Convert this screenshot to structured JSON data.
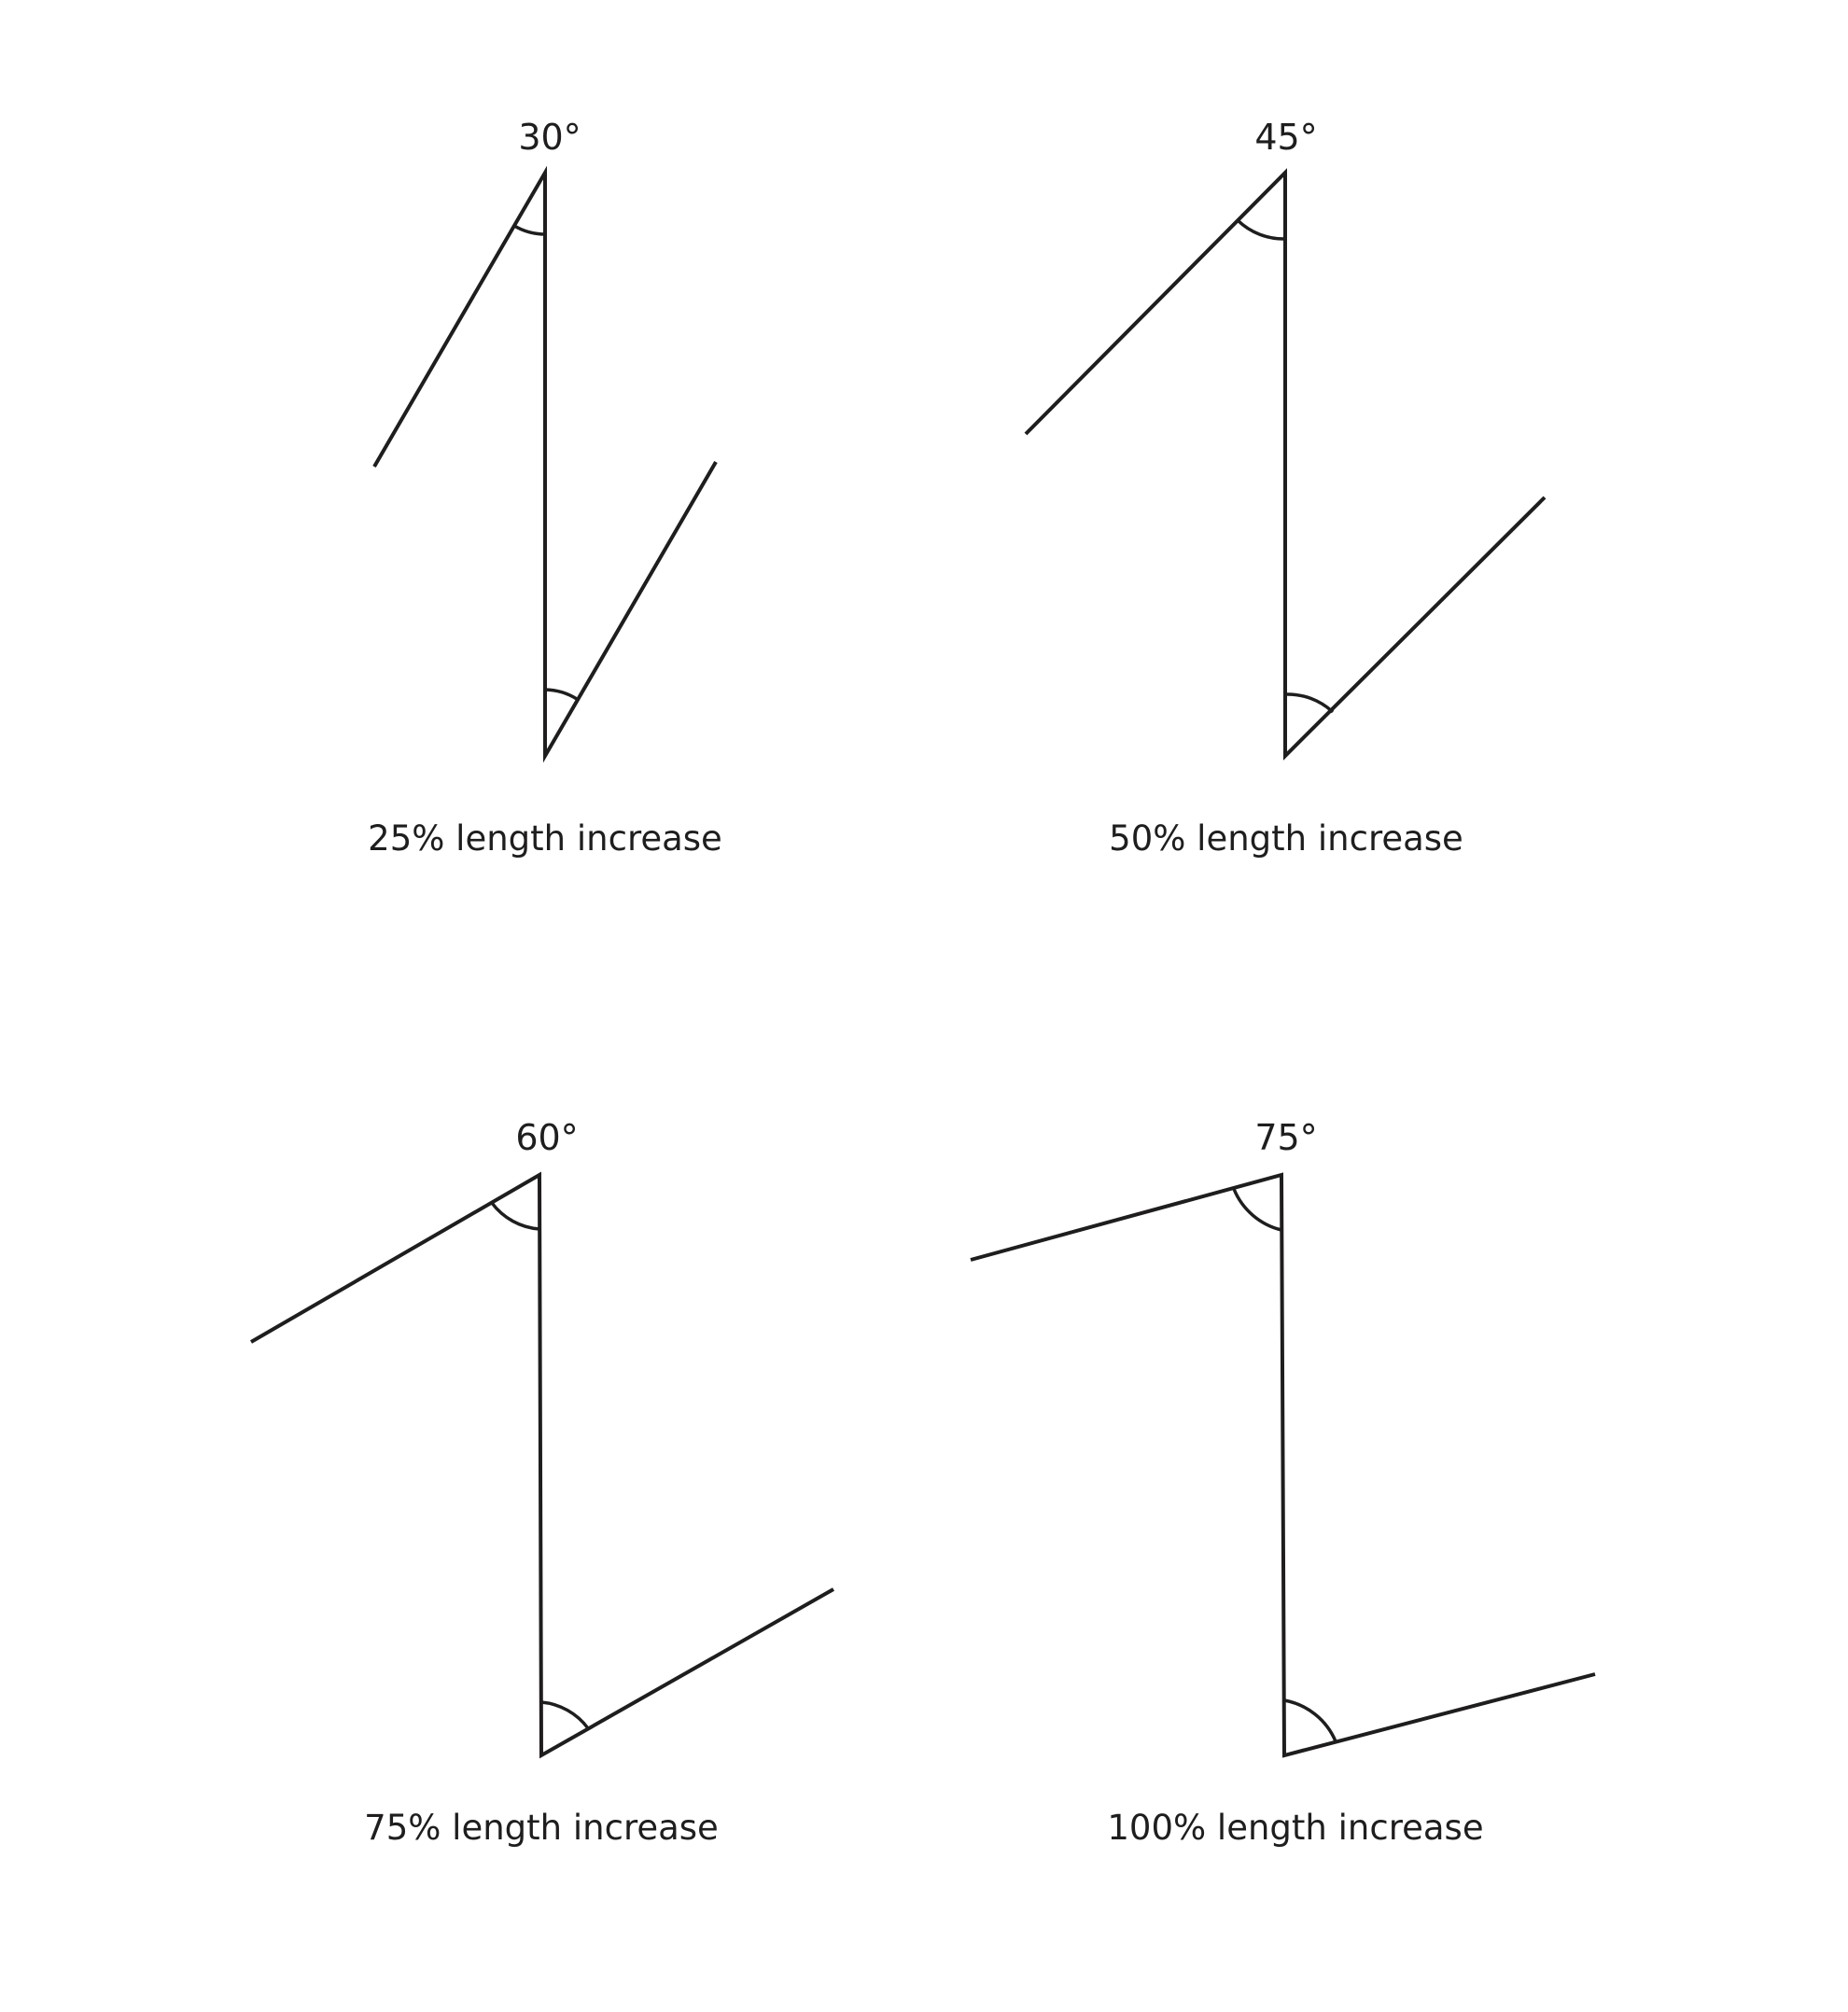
{
  "colors": {
    "background": "#ffffff",
    "ink": "#1f1d1e"
  },
  "panels": [
    {
      "angle_label": "30°",
      "caption": "25% length increase",
      "angle_deg": 30
    },
    {
      "angle_label": "45°",
      "caption": "50% length increase",
      "angle_deg": 45
    },
    {
      "angle_label": "60°",
      "caption": "75% length increase",
      "angle_deg": 60
    },
    {
      "angle_label": "75°",
      "caption": "100% length increase",
      "angle_deg": 75
    }
  ]
}
